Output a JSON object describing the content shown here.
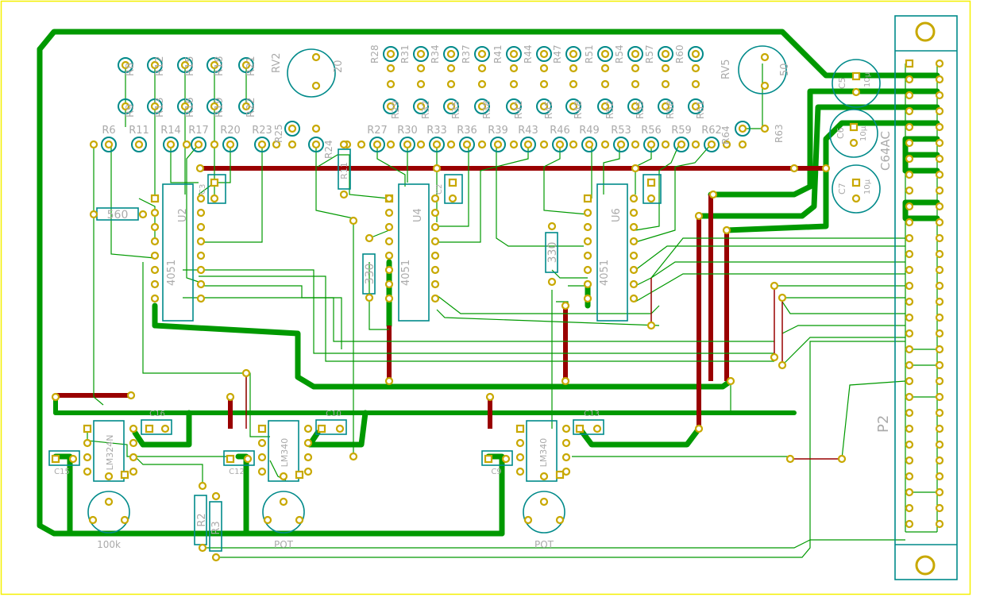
{
  "board": {
    "colors": {
      "background": "#ffffff",
      "board_edge": "#f5f000",
      "copper_top": "#009900",
      "copper_bottom": "#990000",
      "thin_track": "#009900",
      "pad": "#c8a800",
      "outline": "#008a8a",
      "silkscreen": "#aaaaaa"
    }
  },
  "labels": {
    "top_resistors_a": [
      "R8",
      "R12",
      "R15",
      "R18",
      "R21"
    ],
    "top_resistors_b": [
      "R9",
      "R13",
      "R16",
      "R19",
      "R22"
    ],
    "row_resistors_left": [
      "R6",
      "R11",
      "R14",
      "R17",
      "R20",
      "R23"
    ],
    "rv2": "RV2",
    "rv2_value": "20",
    "r25": "R25",
    "r24": "R24",
    "top_resistors_c": [
      "R28",
      "R31",
      "R34",
      "R37",
      "R41",
      "R44",
      "R47",
      "R51",
      "R54",
      "R57",
      "R60"
    ],
    "top_resistors_d": [
      "R29",
      "R32",
      "R35",
      "R38",
      "R42",
      "R45",
      "R48",
      "R52",
      "R55",
      "R58",
      "R61"
    ],
    "row_resistors_right": [
      "R27",
      "R30",
      "R33",
      "R36",
      "R39",
      "R43",
      "R46",
      "R49",
      "R53",
      "R56",
      "R59",
      "R62"
    ],
    "r64": "R64",
    "r63": "R63",
    "rv5": "RV5",
    "rv5_value": "50",
    "c5": "C5",
    "c6": "C6",
    "c7": "C7",
    "cap_values": [
      "10µ",
      "10µ",
      "10µ"
    ],
    "connector_part": "C64AC",
    "connector": "P2",
    "u2": "U2",
    "u2_part": "4051",
    "u4": "U4",
    "u4_part": "4051",
    "u6": "U6",
    "u6_part": "4051",
    "r660": "560",
    "r330a": "330",
    "r330b": "330",
    "r11": "R11",
    "c16": "C16",
    "c15": "C15",
    "c10": "C10",
    "c12": "C12",
    "c13": "C13",
    "c9": "C9",
    "u1_part": "LM324N",
    "u3_part": "LM340",
    "u5_part": "LM340",
    "r2": "R2",
    "r3": "R3",
    "rv1_value": "100k",
    "rv3_value": "POT",
    "rv4_value": "POT",
    "c2": "C2",
    "c3": "C3"
  }
}
